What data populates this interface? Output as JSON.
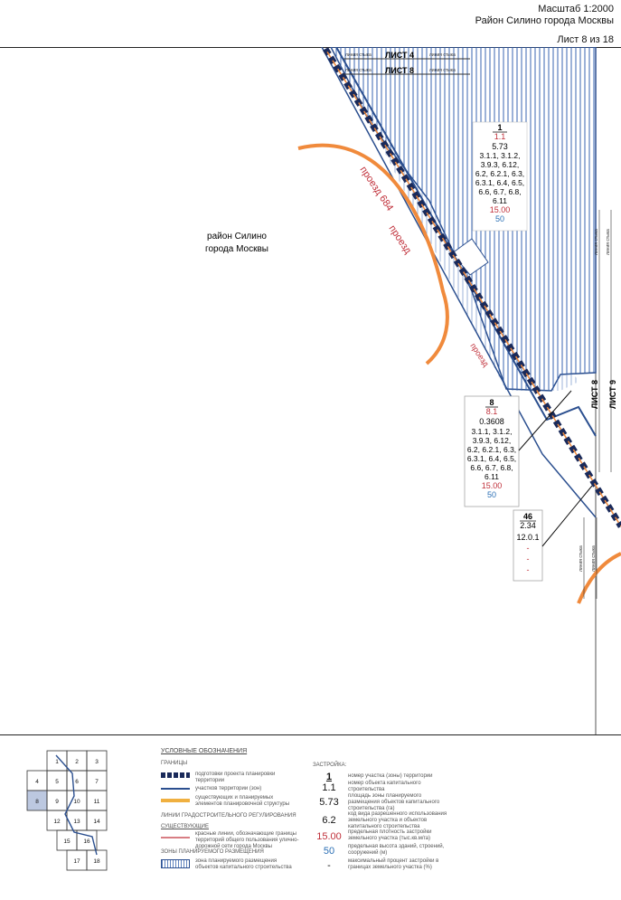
{
  "header": {
    "scale": "Масштаб 1:2000",
    "district": "Район Силино  города Москвы",
    "sheet": "Лист 8 из 18"
  },
  "map": {
    "area_label_1": "район Силино",
    "area_label_2": "города Москвы",
    "road_label_1": "проезд 684",
    "road_label_2": "проезд",
    "road_label_3": "проезд",
    "sheet_joint_a1": "ЛИСТ 4",
    "sheet_joint_a2": "ЛИСТ 8",
    "sheet_joint_b1": "ЛИСТ 8",
    "sheet_joint_b2": "ЛИСТ 9",
    "joint_line": "линия стыка",
    "parcel_1": {
      "id": "1",
      "object": "1.1",
      "area": "5.73",
      "codes": [
        "3.1.1, 3.1.2,",
        "3.9.3, 6.12,",
        "6.2, 6.2.1, 6.3,",
        "6.3.1, 6.4, 6.5,",
        "6.6, 6.7, 6.8,",
        "6.11"
      ],
      "density": "15.00",
      "percent": "50"
    },
    "parcel_8": {
      "id": "8",
      "object": "8.1",
      "area": "0.3608",
      "codes": [
        "3.1.1, 3.1.2,",
        "3.9.3, 6.12,",
        "6.2, 6.2.1, 6.3,",
        "6.3.1, 6.4, 6.5,",
        "6.6, 6.7, 6.8,",
        "6.11"
      ],
      "density": "15.00",
      "percent": "50"
    },
    "parcel_46": {
      "id": "46",
      "area": "2.34",
      "code": "12.0.1",
      "dash1": "-",
      "dash2": "-",
      "dash3": "-"
    }
  },
  "legend": {
    "title": "УСЛОВНЫЕ ОБОЗНАЧЕНИЯ",
    "granitsy": "ГРАНИЦЫ",
    "item_project": "подготовки проекта планировки территории",
    "item_zone": "участков территории (зон)",
    "item_existing": "существующих и планируемых элементов планировочной структуры",
    "lines_header": "ЛИНИИ ГРАДОСТРОИТЕЛЬНОГО РЕГУЛИРОВАНИЯ",
    "existing_header": "СУЩЕСТВУЮЩИЕ",
    "item_red": "красные линии, обозначающие границы территорий общего пользования улично-дорожной сети города Москвы",
    "zones_header": "ЗОНЫ ПЛАНИРУЕМОГО РАЗМЕЩЕНИЯ",
    "item_hatch": "зона планируемого размещения объектов капитального строительства",
    "build_header": "ЗАСТРОЙКА:",
    "v1": "1",
    "v1_desc": "номер участка (зоны) территории",
    "v2": "1.1",
    "v2_desc": "номер объекта капитального строительства",
    "v3": "5.73",
    "v3_desc": "площадь зоны планируемого размещения объектов капитального строительства (га)",
    "v4": "6.2",
    "v4_desc": "код вида разрешенного использования земельного участка и объектов капитального строительства",
    "v5": "15.00",
    "v5_desc": "предельная плотность застройки земельного участка (тыс.кв.м/га)",
    "v6": "50",
    "v6_desc": "предельная высота зданий, строений, сооружений (м)",
    "v7": "-",
    "v7_desc": "максимальный процент застройки в границах земельного участка (%)",
    "key_sheets": [
      "1",
      "2",
      "3",
      "4",
      "5",
      "6",
      "7",
      "8",
      "9",
      "10",
      "11",
      "12",
      "13",
      "14",
      "15",
      "16",
      "17",
      "18"
    ],
    "colors": {
      "project": "#1a2a5a",
      "zone": "#2b4f8f",
      "existing": "#f08a3c",
      "red": "#c0303a",
      "hatch": "#3a66b0"
    }
  }
}
